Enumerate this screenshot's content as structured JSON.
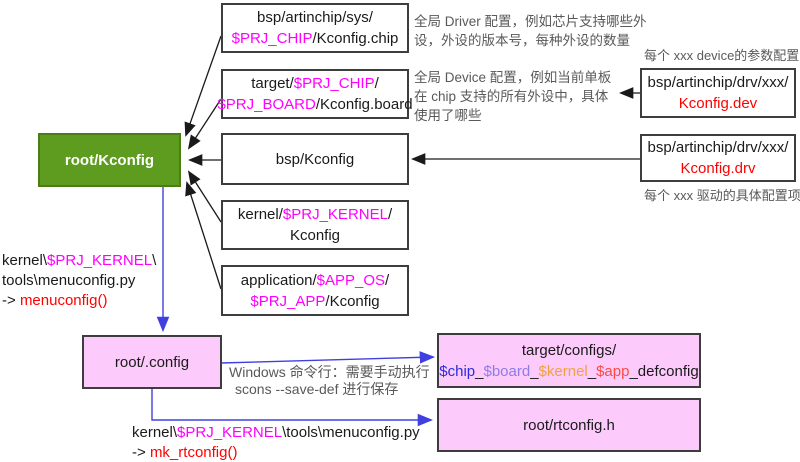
{
  "diagram_title": "Kconfig structure diagram",
  "colors": {
    "green_box_fill": "#5d9c1e",
    "pink_box_fill": "#fccbfc",
    "magenta_var": "#ff00ff",
    "red_fn": "#ff0000",
    "blue_arrow": "#4040e0",
    "gray_note": "#595959",
    "chip_token": "#2b2bdb",
    "board_token": "#8d7ce4",
    "kernel_token": "#efa33d",
    "app_token": "#fb4b42"
  },
  "root_box": {
    "label": "root/Kconfig"
  },
  "box_chip": {
    "line1": "bsp/artinchip/sys/",
    "line2_var": "$PRJ_CHIP",
    "line2_rest": "/Kconfig.chip"
  },
  "box_board": {
    "line1_pre": "target/",
    "line1_var": "$PRJ_CHIP",
    "line1_post": "/",
    "line2_var": "$PRJ_BOARD",
    "line2_rest": "/Kconfig.board"
  },
  "box_bsp": {
    "label": "bsp/Kconfig"
  },
  "box_kernel": {
    "line1_pre": "kernel/",
    "line1_var": "$PRJ_KERNEL",
    "line1_post": "/",
    "line2": "Kconfig"
  },
  "box_app": {
    "line1_pre": "application/",
    "line1_var": "$APP_OS",
    "line1_post": "/",
    "line2_var": "$PRJ_APP",
    "line2_rest": "/Kconfig"
  },
  "box_dev": {
    "line1": "bsp/artinchip/drv/xxx/",
    "line2": "Kconfig.dev",
    "caption": "每个 xxx device的参数配置"
  },
  "box_drv": {
    "line1": "bsp/artinchip/drv/xxx/",
    "line2": "Kconfig.drv",
    "caption": "每个 xxx 驱动的具体配置项"
  },
  "note_driver": {
    "line1": "全局 Driver 配置，例如芯片支持哪些外",
    "line2": "设，外设的版本号，每种外设的数量"
  },
  "note_device": {
    "line1": "全局 Device 配置，例如当前单板",
    "line2": "在 chip 支持的所有外设中，具体",
    "line3": "使用了哪些"
  },
  "menuconfig_note": {
    "line1_pre": "kernel\\",
    "line1_var": "$PRJ_KERNEL",
    "line1_post": "\\",
    "line2": "tools\\menuconfig.py",
    "line3_pre": "-> ",
    "line3_fn": "menuconfig()"
  },
  "box_config": {
    "label": "root/.config"
  },
  "windows_note": {
    "line1": "Windows 命令行：需要手动执行",
    "line2": "scons --save-def 进行保存"
  },
  "box_defconfig": {
    "line1": "target/configs/",
    "seg_chip": "$chip",
    "seg_u1": "_",
    "seg_board": "$board",
    "seg_u2": "_",
    "seg_kernel": "$kernel",
    "seg_u3": "_",
    "seg_app": "$app",
    "seg_rest": "_defconfig"
  },
  "box_rtconfig": {
    "label": "root/rtconfig.h"
  },
  "mk_rtconfig_note": {
    "line1_pre": "kernel\\",
    "line1_var": "$PRJ_KERNEL",
    "line1_post": "\\tools\\menuconfig.py",
    "line2_pre": "-> ",
    "line2_fn": "mk_rtconfig()"
  }
}
